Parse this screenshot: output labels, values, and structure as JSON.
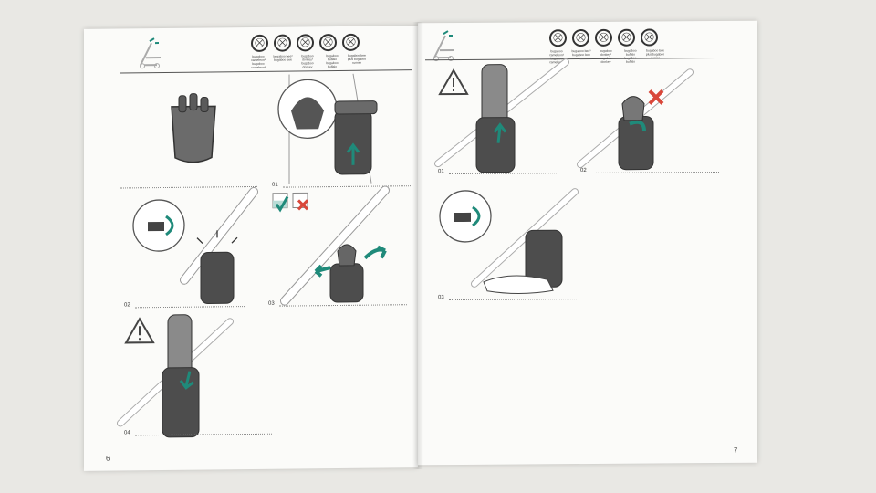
{
  "pages": [
    {
      "number": "6",
      "model_icons": [
        "stroller-icon",
        "stroller-seat-icon",
        "stroller-bassinet-icon",
        "stroller-car-seat-icon",
        "stroller-folded-icon"
      ],
      "model_captions": [
        "bugaboo cameleon³ bugaboo cameleon³",
        "bugaboo bee³ bugaboo bee",
        "bugaboo donkey² bugaboo donkey",
        "bugaboo buffalo bugaboo buffalo",
        "bugaboo bee plus bugaboo runner"
      ],
      "step_labels": [
        "01",
        "02",
        "03",
        "04"
      ]
    },
    {
      "number": "7",
      "model_icons": [
        "stroller-icon",
        "stroller-seat-icon",
        "stroller-bassinet-icon",
        "stroller-car-seat-icon",
        "stroller-folded-icon"
      ],
      "model_captions": [
        "bugaboo cameleon³ bugaboo cameleon³",
        "bugaboo bee³ bugaboo bee",
        "bugaboo donkey² bugaboo donkey",
        "bugaboo buffalo bugaboo buffalo",
        "bugaboo bee plus bugaboo runner"
      ],
      "step_labels": [
        "01",
        "02",
        "03"
      ]
    }
  ],
  "colors": {
    "accent": "#1f8a7a",
    "cross": "#d9473a",
    "cup": "#555555",
    "bottle": "#8a8a8a",
    "outline": "#333333"
  }
}
